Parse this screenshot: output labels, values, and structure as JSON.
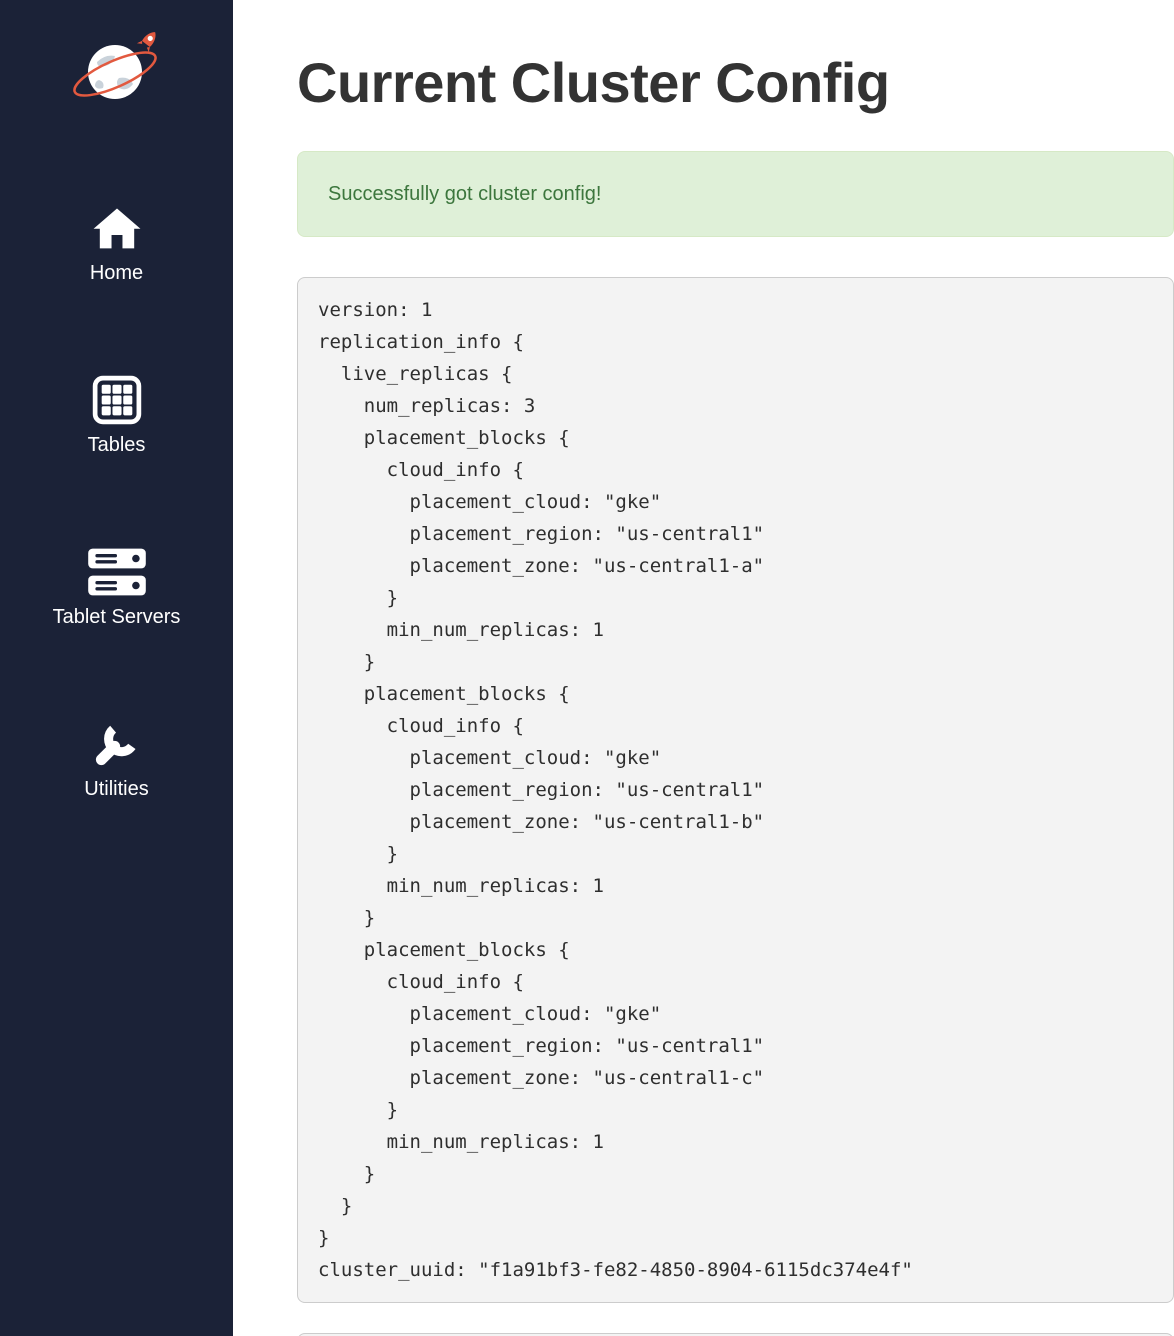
{
  "page": {
    "title": "Current Cluster Config"
  },
  "alert": {
    "type": "success",
    "message": "Successfully got cluster config!"
  },
  "sidebar": {
    "logo": "planet-rocket-logo",
    "items": [
      {
        "label": "Home",
        "icon": "home-icon"
      },
      {
        "label": "Tables",
        "icon": "tables-icon"
      },
      {
        "label": "Tablet Servers",
        "icon": "tablet-servers-icon"
      },
      {
        "label": "Utilities",
        "icon": "wrench-icon"
      }
    ]
  },
  "cluster_config": {
    "lines": [
      "version: 1",
      "replication_info {",
      "  live_replicas {",
      "    num_replicas: 3",
      "    placement_blocks {",
      "      cloud_info {",
      "        placement_cloud: \"gke\"",
      "        placement_region: \"us-central1\"",
      "        placement_zone: \"us-central1-a\"",
      "      }",
      "      min_num_replicas: 1",
      "    }",
      "    placement_blocks {",
      "      cloud_info {",
      "        placement_cloud: \"gke\"",
      "        placement_region: \"us-central1\"",
      "        placement_zone: \"us-central1-b\"",
      "      }",
      "      min_num_replicas: 1",
      "    }",
      "    placement_blocks {",
      "      cloud_info {",
      "        placement_cloud: \"gke\"",
      "        placement_region: \"us-central1\"",
      "        placement_zone: \"us-central1-c\"",
      "      }",
      "      min_num_replicas: 1",
      "    }",
      "  }",
      "}",
      "cluster_uuid: \"f1a91bf3-fe82-4850-8904-6115dc374e4f\""
    ]
  },
  "colors": {
    "sidebar_bg": "#1b2237",
    "accent": "#e2593f",
    "alert_bg": "#dff0d8",
    "alert_border": "#d6e9c6",
    "alert_text": "#3c763d",
    "pre_bg": "#f3f3f3",
    "pre_border": "#cccccc",
    "title_text": "#333333"
  }
}
